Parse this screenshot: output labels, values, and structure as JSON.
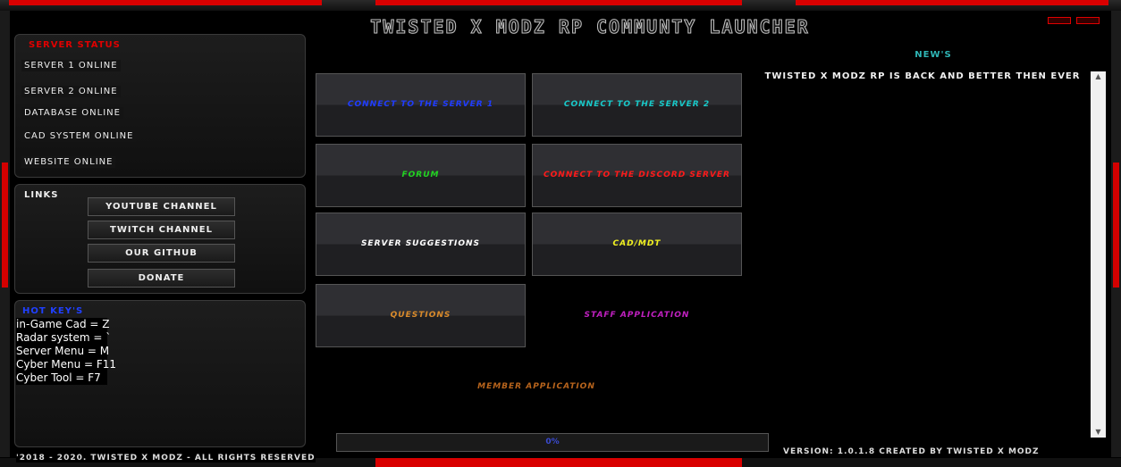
{
  "app": {
    "title": "TWISTED X MODZ RP COMMUNTY LAUNCHER"
  },
  "colors": {
    "accent_red": "#e00000",
    "server1": "#1f3cff",
    "server2": "#18c8c8",
    "forum": "#21d421",
    "discord": "#ff1a1a",
    "suggestions": "#ffffff",
    "cad_mdt": "#f0f020",
    "questions": "#d98a2a",
    "staff": "#c020c0",
    "member": "#b8641c"
  },
  "server_status": {
    "title": "SERVER STATUS",
    "lines": [
      "SERVER 1  ONLINE",
      "SERVER 2  ONLINE",
      "DATABASE ONLINE",
      "CAD SYSTEM ONLINE",
      "WEBSITE  ONLINE"
    ]
  },
  "links": {
    "title": "LINKS",
    "youtube": "YOUTUBE CHANNEL",
    "twitch": "TWITCH CHANNEL",
    "github": "OUR GITHUB",
    "donate": "DONATE"
  },
  "hotkeys": {
    "title": "HOT KEY'S",
    "items": [
      "in-Game Cad = Z",
      "Radar system = `",
      "Server Menu = M",
      "Cyber Menu = F11",
      "Cyber Tool = F7"
    ]
  },
  "actions": {
    "server1": "CONNECT TO THE SERVER 1",
    "server2": "CONNECT TO THE SERVER 2",
    "forum": "FORUM",
    "discord": "CONNECT TO THE DISCORD SERVER",
    "suggestions": "SERVER SUGGESTIONS",
    "cad_mdt": "CAD/MDT",
    "questions": "QUESTIONS",
    "staff": "STAFF APPLICATION",
    "member": "MEMBER APPLICATION"
  },
  "news": {
    "title": "NEW'S",
    "body": "TWISTED X MODZ RP IS BACK AND BETTER THEN EVER"
  },
  "progress": {
    "label": "0%",
    "value": 0
  },
  "footer": {
    "copyright": "'2018 - 2020. TWISTED X MODZ - ALL RIGHTS RESERVED",
    "version": "VERSION: 1.0.1.8 CREATED BY TWISTED X MODZ"
  }
}
